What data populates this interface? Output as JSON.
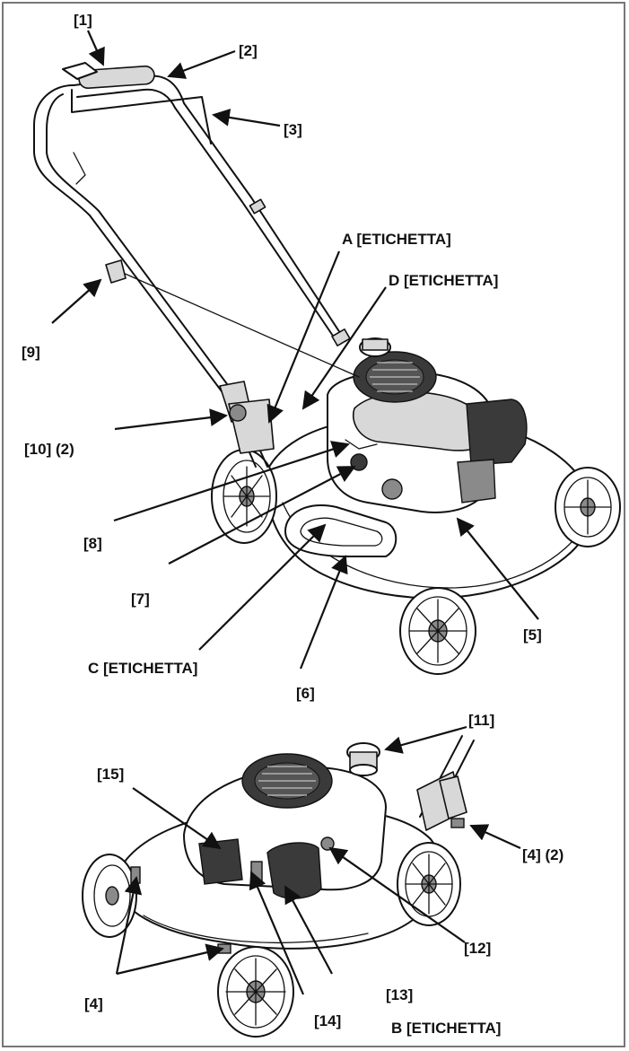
{
  "labels": {
    "l1": "[1]",
    "l2": "[2]",
    "l3": "[3]",
    "la": "A [ETICHETTA]",
    "ld": "D [ETICHETTA]",
    "l9": "[9]",
    "l10": "[10] (2)",
    "l8": "[8]",
    "l7": "[7]",
    "l5": "[5]",
    "lc": "C [ETICHETTA]",
    "l6": "[6]",
    "l11": "[11]",
    "l15": "[15]",
    "l4b": "[4] (2)",
    "l12": "[12]",
    "l4": "[4]",
    "l13": "[13]",
    "l14": "[14]",
    "lb": "B [ETICHETTA]"
  }
}
